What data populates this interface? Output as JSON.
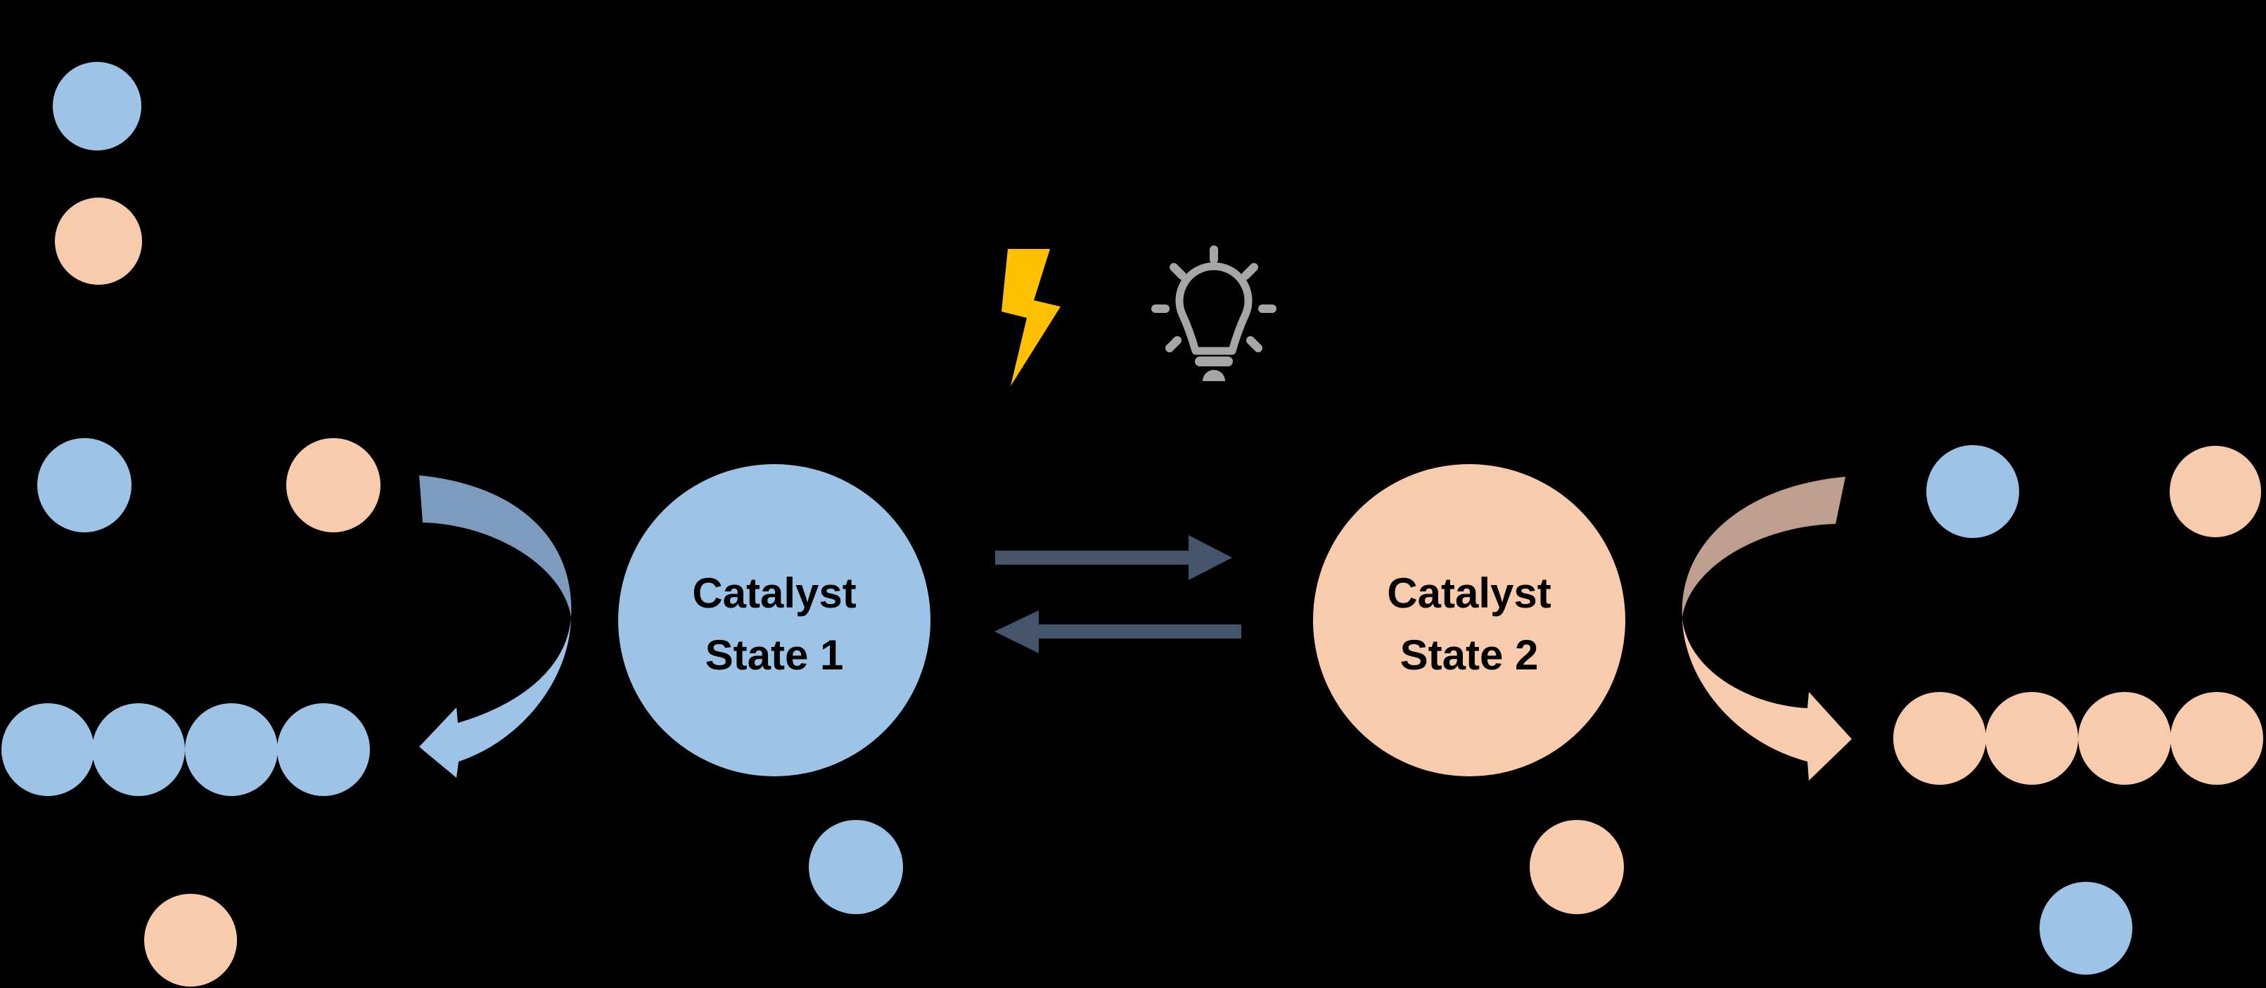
{
  "diagram": {
    "nodes": {
      "catalyst_state_1": {
        "line1": "Catalyst",
        "line2": "State 1"
      },
      "catalyst_state_2": {
        "line1": "Catalyst",
        "line2": "State 2"
      }
    },
    "icons": {
      "lightning": "lightning-bolt-stimulus",
      "lightbulb": "light-stimulus"
    }
  },
  "colors": {
    "background": "#000000",
    "monomer_blue": "#9DC3E6",
    "monomer_orange": "#F8CBAD",
    "catalyst1_fill": "#9DC3E6",
    "catalyst2_fill": "#F8CBAD",
    "label_text": "#000000",
    "equilibrium_arrow": "#44546A",
    "curved_arrow_blue_start": "#7D9CBD",
    "curved_arrow_blue_end": "#9DC3E6",
    "curved_arrow_orange_start": "#BE9E8E",
    "curved_arrow_orange_end": "#F8CBAD",
    "lightning": "#FFC000",
    "lightbulb": "#A6A6A6"
  }
}
